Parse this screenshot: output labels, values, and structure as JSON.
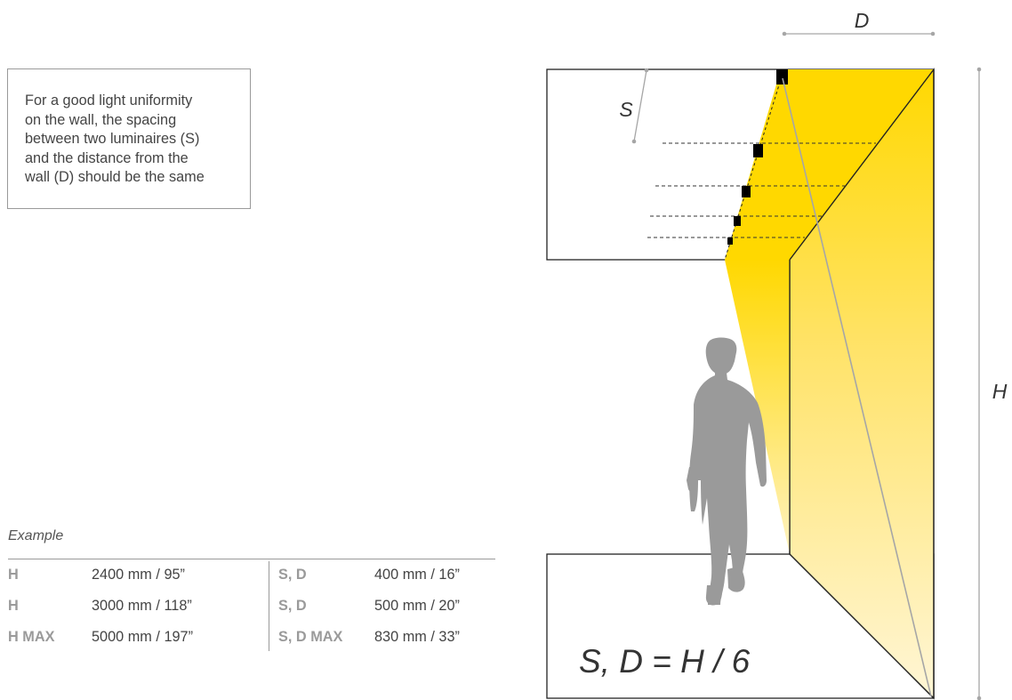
{
  "note": {
    "lines": [
      "For a good light uniformity",
      "on the wall, the spacing",
      "between two luminaires (S)",
      "and the distance from the",
      "wall (D) should be the same"
    ]
  },
  "example": {
    "label": "Example",
    "rows": [
      {
        "key1": "H",
        "val1": "2400 mm / 95”",
        "key2": "S, D",
        "val2": "400 mm / 16”"
      },
      {
        "key1": "H",
        "val1": "3000 mm / 118”",
        "key2": "S, D",
        "val2": "500 mm / 20”"
      },
      {
        "key1": "H MAX",
        "val1": "5000 mm / 197”",
        "key2": "S, D MAX",
        "val2": "830 mm / 33”"
      }
    ]
  },
  "diagram": {
    "label_d": "D",
    "label_s": "S",
    "label_h": "H",
    "formula": "S, D = H / 6",
    "colors": {
      "light_top": "#ffd800",
      "light_bottom": "#fff6d6",
      "figure": "#9a9a9a",
      "lines": "#a6a6a6",
      "outline": "#222222"
    }
  }
}
